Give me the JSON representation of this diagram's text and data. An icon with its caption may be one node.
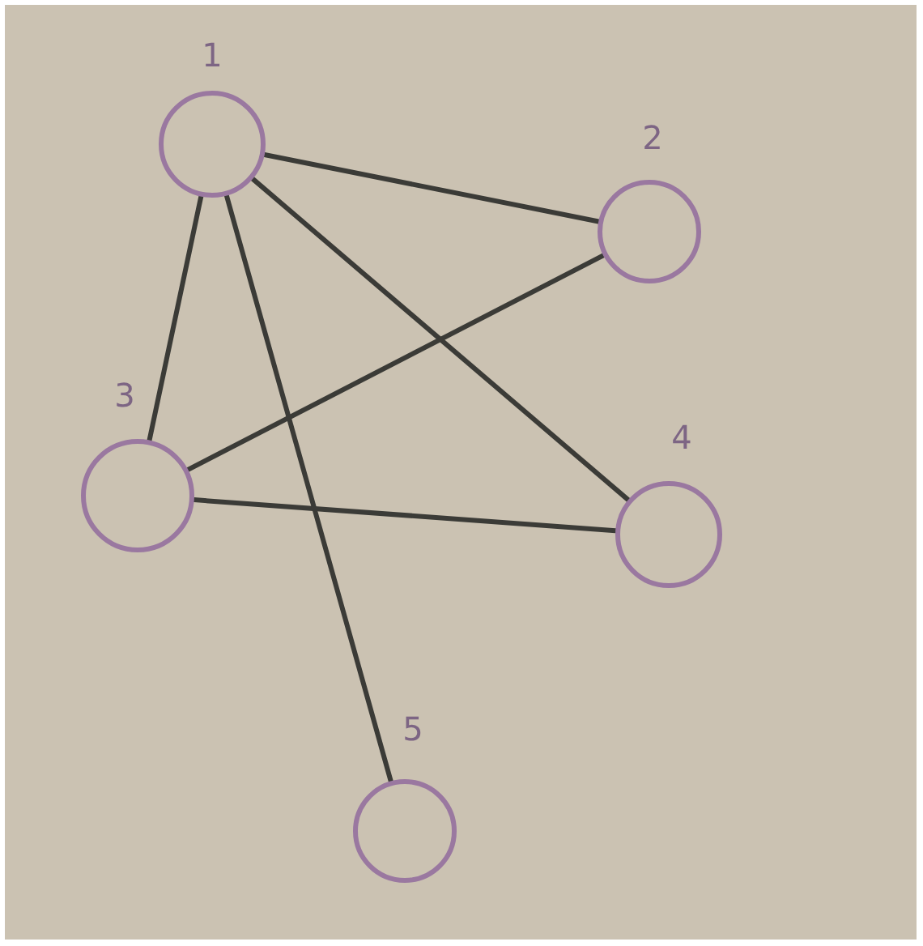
{
  "diagram": {
    "nodes": [
      {
        "text": [
          "1"
        ]
      },
      {
        "text": [
          "2"
        ]
      },
      {
        "text": [
          "3"
        ]
      },
      {
        "text": [
          "4"
        ]
      },
      {
        "text": [
          "5"
        ]
      }
    ],
    "edges": [
      {
        "from": 0,
        "to": 1,
        "arrow": "none"
      },
      {
        "from": 0,
        "to": 2,
        "arrow": "none"
      },
      {
        "from": 0,
        "to": 3,
        "arrow": "none"
      },
      {
        "from": 0,
        "to": 4,
        "arrow": "none"
      },
      {
        "from": 1,
        "to": 2,
        "arrow": "none"
      },
      {
        "from": 2,
        "to": 3,
        "arrow": "none"
      }
    ]
  }
}
